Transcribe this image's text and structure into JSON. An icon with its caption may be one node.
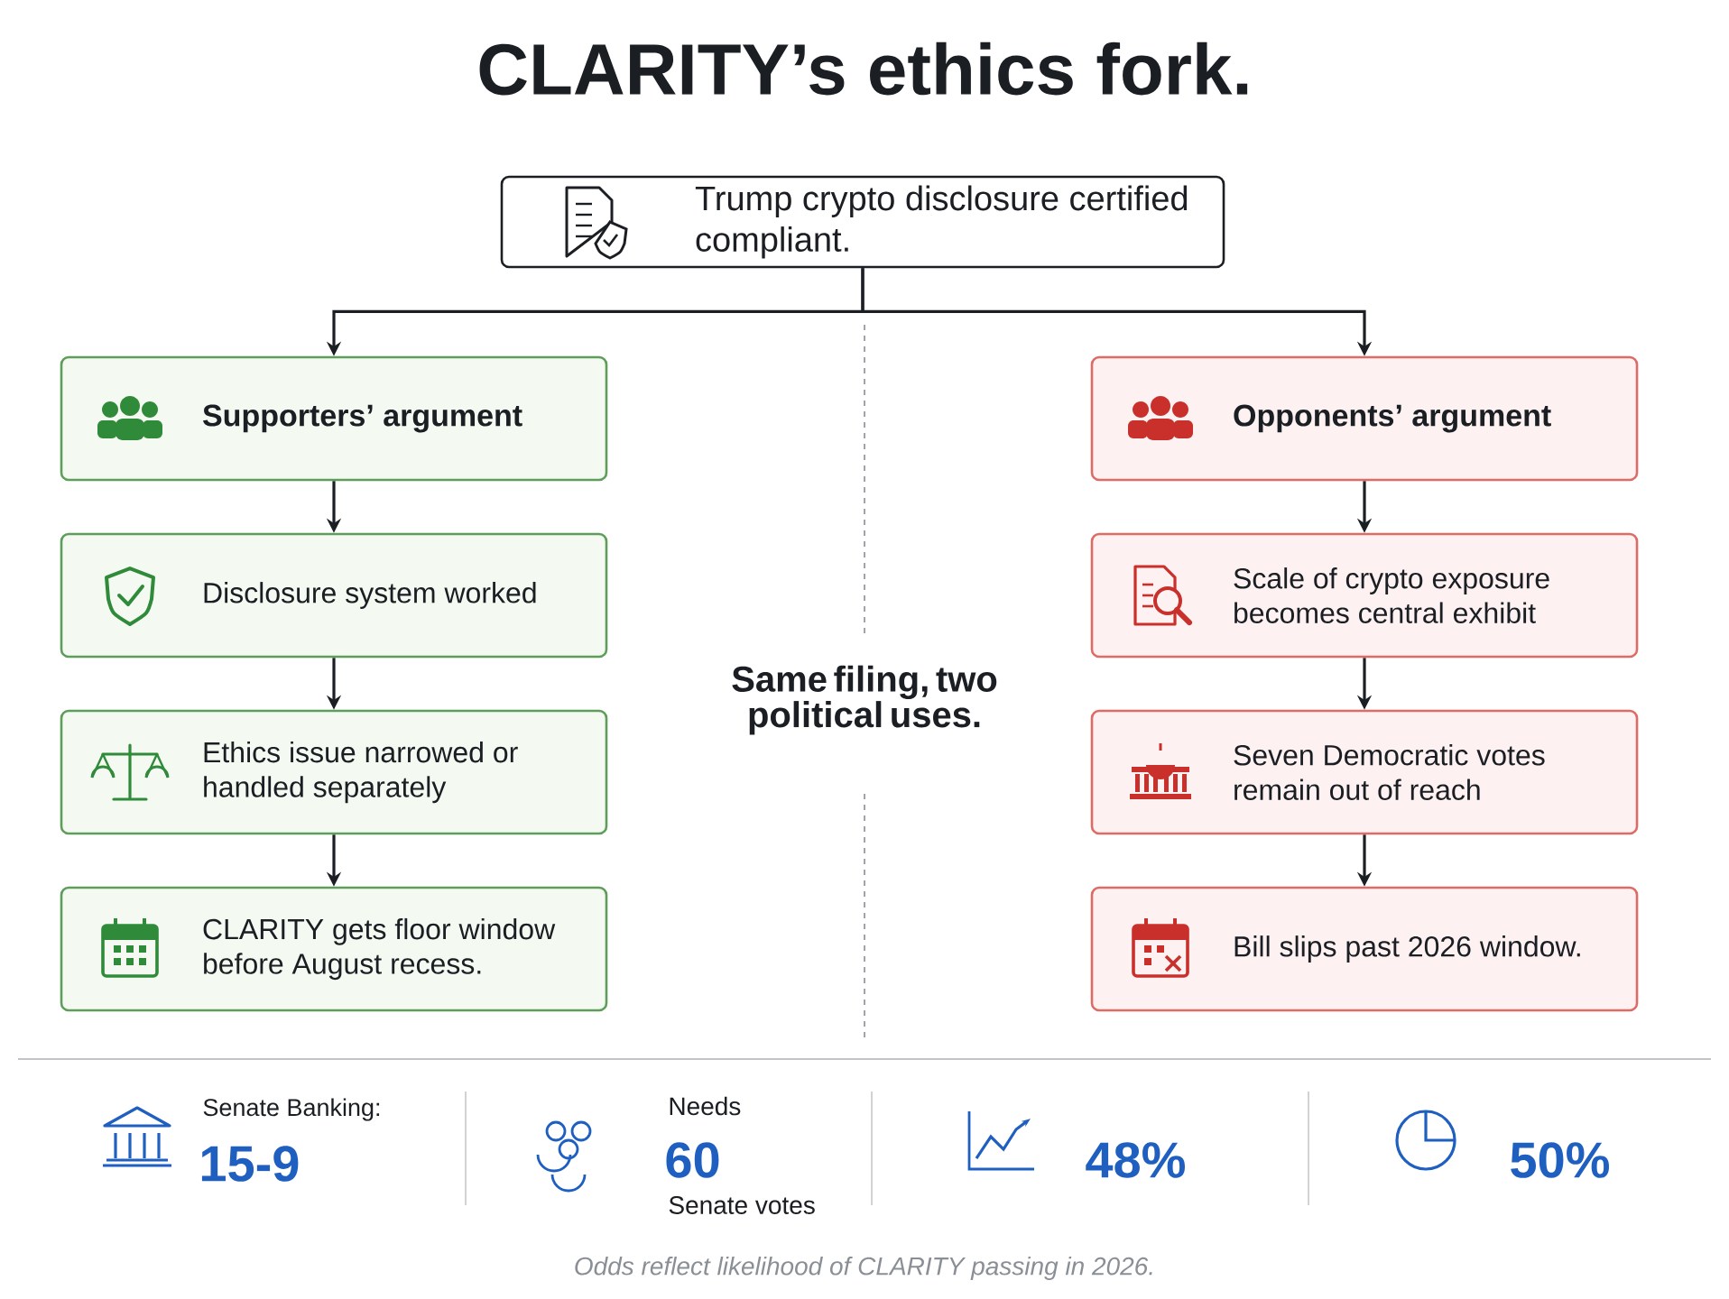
{
  "diagram": {
    "title": "CLARITY’s ethics fork.",
    "caption": "Odds reflect likelihood of CLARITY passing in 2026.",
    "nodes": [
      {
        "text": [
          "Trump crypto disclosure certified compliant."
        ]
      },
      {
        "text": [
          "Supporters’ argument"
        ]
      },
      {
        "text": [
          "Disclosure system worked"
        ]
      },
      {
        "text": [
          "Ethics issue narrowed or handled separately"
        ]
      },
      {
        "text": [
          "CLARITY gets floor window before August recess."
        ]
      },
      {
        "text": [
          "Opponents’ argument"
        ]
      },
      {
        "text": [
          "Scale of crypto exposure becomes central exhibit"
        ]
      },
      {
        "text": [
          "Seven Democratic votes remain out of reach"
        ]
      },
      {
        "text": [
          "Bill slips past 2026 window."
        ]
      }
    ],
    "edges": [
      {
        "from": 0,
        "to": 1,
        "arrow": "to"
      },
      {
        "from": 0,
        "to": 5,
        "arrow": "to"
      },
      {
        "from": 1,
        "to": 2,
        "arrow": "to"
      },
      {
        "from": 2,
        "to": 3,
        "arrow": "to"
      },
      {
        "from": 3,
        "to": 4,
        "arrow": "to"
      },
      {
        "from": 5,
        "to": 6,
        "arrow": "to"
      },
      {
        "from": 6,
        "to": 7,
        "arrow": "to"
      },
      {
        "from": 7,
        "to": 8,
        "arrow": "to"
      }
    ],
    "labels": [
      "Same filing, two political uses.",
      "Senate Banking:",
      "15-9",
      "Needs",
      "60",
      "Senate votes",
      "48%",
      "50%"
    ]
  }
}
